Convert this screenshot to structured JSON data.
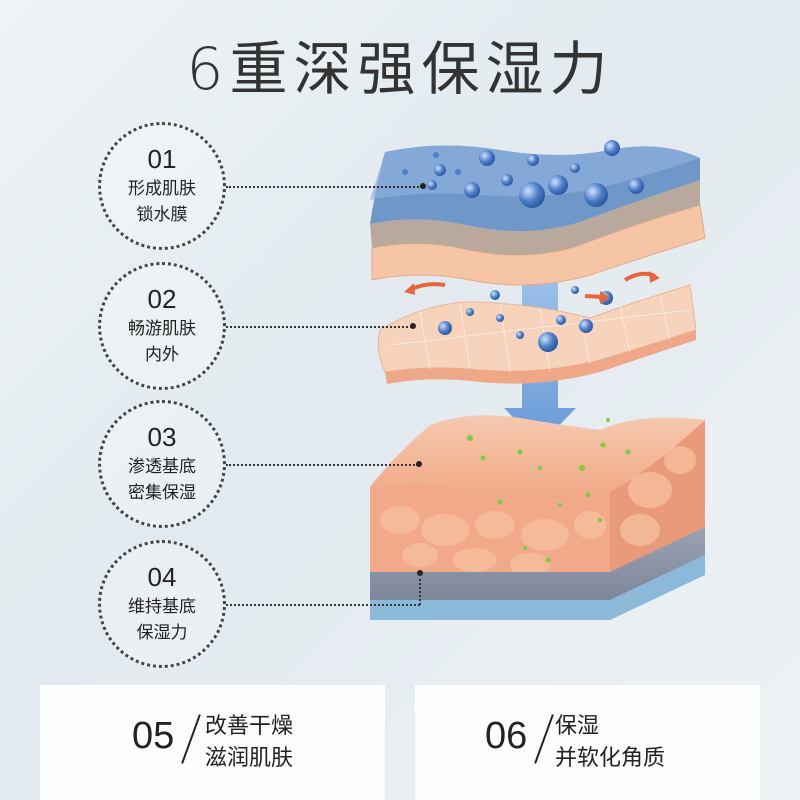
{
  "title": "6重深强保湿力",
  "features": [
    {
      "num": "01",
      "line1": "形成肌肤",
      "line2": "锁水膜"
    },
    {
      "num": "02",
      "line1": "畅游肌肤",
      "line2": "内外"
    },
    {
      "num": "03",
      "line1": "渗透基底",
      "line2": "密集保湿"
    },
    {
      "num": "04",
      "line1": "维持基底",
      "line2": "保湿力"
    }
  ],
  "bottom": [
    {
      "num": "05",
      "line1": "改善干燥",
      "line2": "滋润肌肤"
    },
    {
      "num": "06",
      "line1": "保湿",
      "line2": "并软化角质"
    }
  ],
  "colors": {
    "film_blue": "#6f97c8",
    "arrow_blue": "#6f9ed6",
    "skin_peach": "#f4c1a2",
    "skin_orange": "#f1a07c",
    "base_gray": "#8c97ab",
    "base_blue": "#8bb9d8",
    "droplet_green": "#7ccc3f",
    "accent_red": "#e8643c"
  }
}
